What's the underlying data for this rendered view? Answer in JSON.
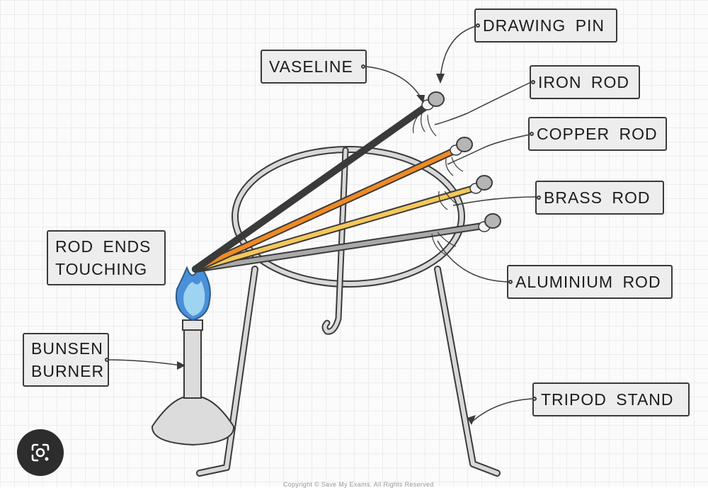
{
  "labels": {
    "drawing_pin": "DRAWING PIN",
    "vaseline": "VASELINE",
    "iron_rod": "IRON ROD",
    "copper_rod": "COPPER ROD",
    "brass_rod": "BRASS ROD",
    "rod_ends_line1": "ROD ENDS",
    "rod_ends_line2": "TOUCHING",
    "aluminium_rod": "ALUMINIUM ROD",
    "bunsen_line1": "BUNSEN",
    "bunsen_line2": "BURNER",
    "tripod_stand": "TRIPOD STAND"
  },
  "copyright": "Copyright © Save My Exams. All Rights Reserved",
  "watermark": "Save My Exams",
  "icons": {
    "lens": "google-lens-icon"
  },
  "colors": {
    "iron": "#3a3a3a",
    "copper": "#f08a24",
    "brass": "#f4c75a",
    "aluminium": "#a9a9a9",
    "flame_outer": "#4a90d9",
    "flame_inner": "#9fd3f2",
    "metal": "#d8d8d8",
    "outline": "#3a3a3a",
    "label_bg": "#ededed"
  }
}
